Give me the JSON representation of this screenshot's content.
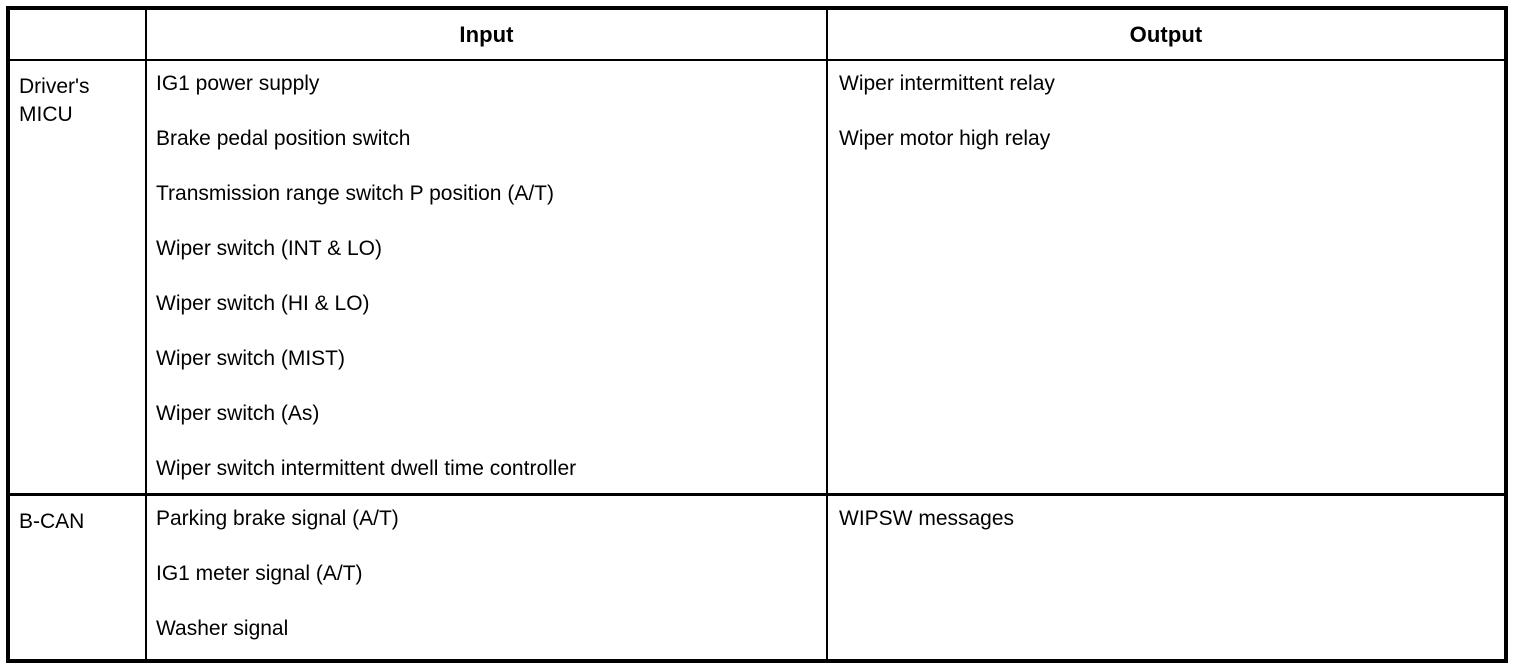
{
  "table": {
    "columns": {
      "system_header": "",
      "input_header": "Input",
      "output_header": "Output"
    },
    "rows": [
      {
        "system": "Driver's\nMICU",
        "inputs": [
          "IG1 power supply",
          "Brake pedal position switch",
          "Transmission range switch P position (A/T)",
          "Wiper switch (INT & LO)",
          "Wiper switch (HI & LO)",
          "Wiper switch (MIST)",
          "Wiper switch (As)",
          "Wiper switch intermittent dwell time controller"
        ],
        "outputs": [
          "Wiper intermittent relay",
          "Wiper motor high relay"
        ]
      },
      {
        "system": "B-CAN",
        "inputs": [
          "Parking brake signal (A/T)",
          "IG1 meter signal (A/T)",
          "Washer signal"
        ],
        "outputs": [
          "WIPSW messages"
        ]
      }
    ]
  },
  "colors": {
    "border": "#000000",
    "text": "#000000",
    "background": "#ffffff"
  }
}
